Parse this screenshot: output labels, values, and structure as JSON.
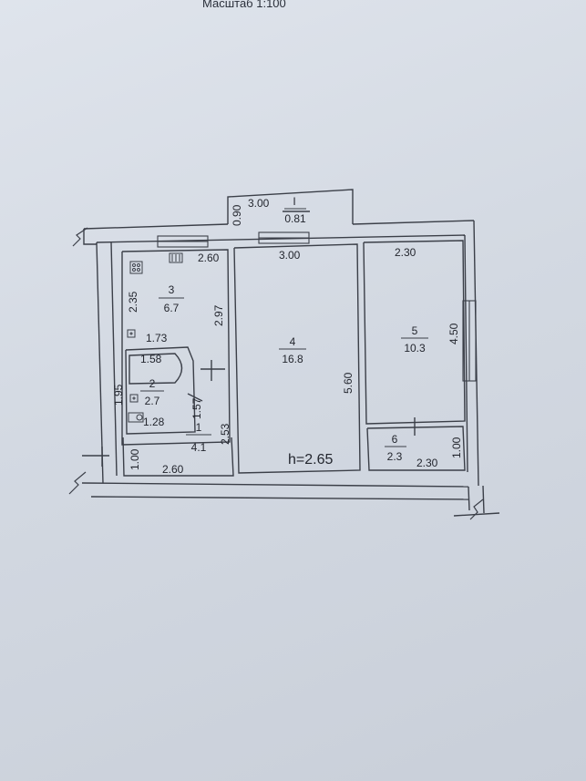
{
  "header": {
    "scale": "Масштаб 1:100"
  },
  "balcony": {
    "number": "I",
    "area": "0.81",
    "width": "3.00",
    "depth": "0.90"
  },
  "rooms": {
    "r1": {
      "number": "1",
      "area": "4.1"
    },
    "r2": {
      "number": "2",
      "area": "2.7"
    },
    "r3": {
      "number": "3",
      "area": "6.7"
    },
    "r4": {
      "number": "4",
      "area": "16.8"
    },
    "r5": {
      "number": "5",
      "area": "10.3"
    },
    "r6": {
      "number": "6",
      "area": "2.3"
    }
  },
  "dims": {
    "d260a": "2.60",
    "d235": "2.35",
    "d297": "2.97",
    "d173": "1.73",
    "d158": "1.58",
    "d195": "1.95",
    "d157": "1.57",
    "d128": "1.28",
    "d253": "2.53",
    "d100a": "1.00",
    "d260b": "2.60",
    "d300": "3.00",
    "d560": "5.60",
    "d230a": "2.30",
    "d450": "4.50",
    "d100b": "1.00",
    "d230b": "2.30"
  },
  "ceiling_height": "h=2.65"
}
